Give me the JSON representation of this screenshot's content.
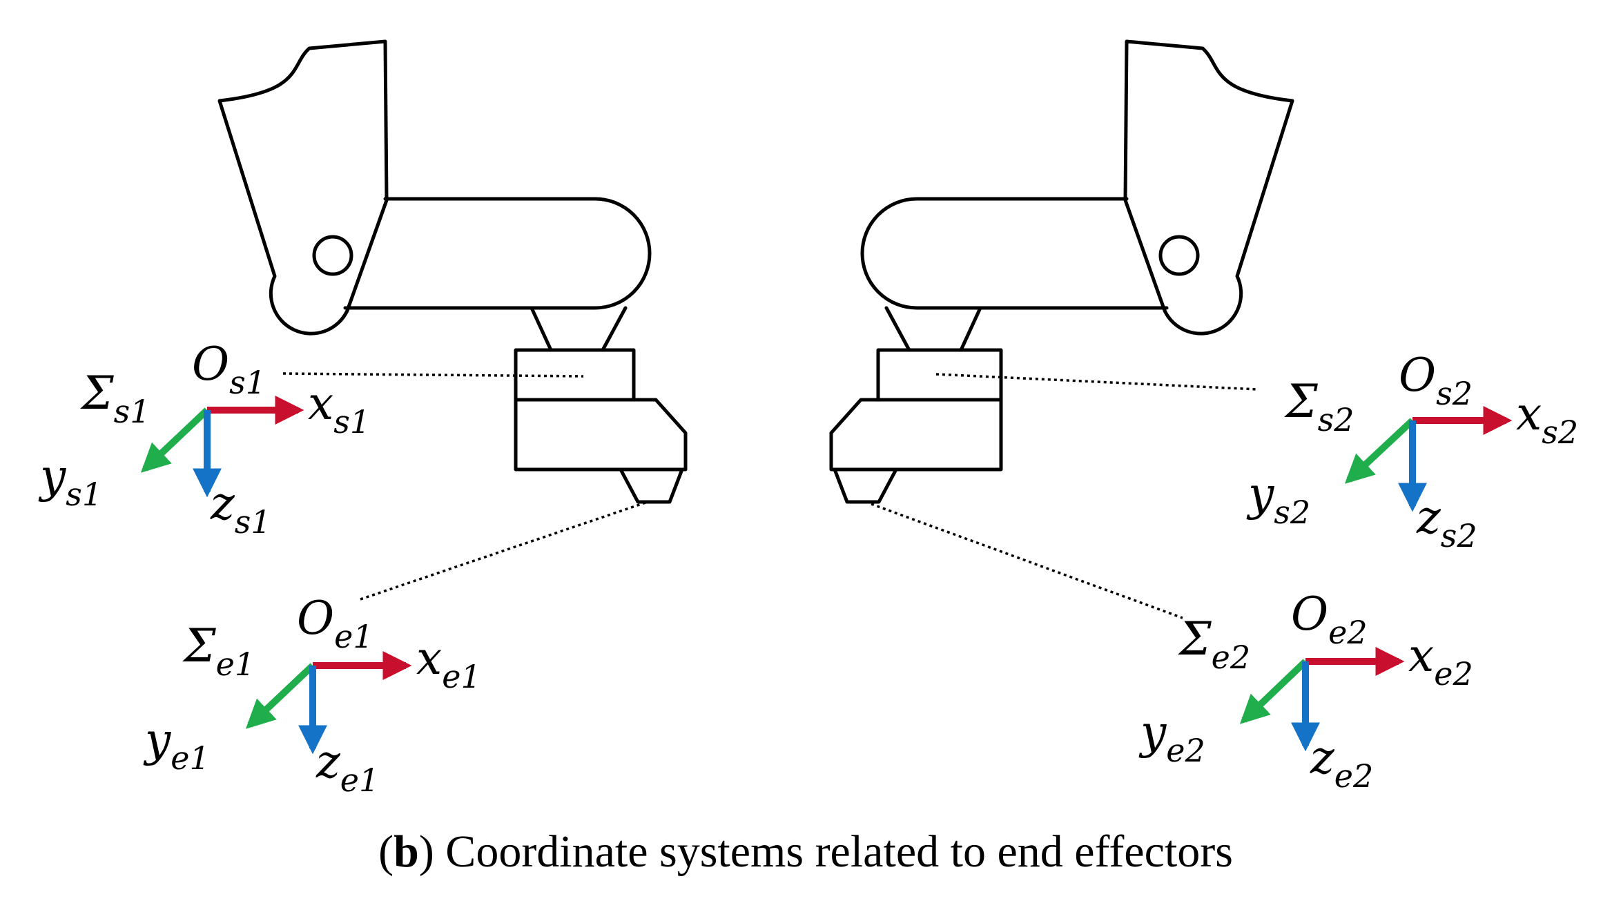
{
  "caption": {
    "label": "b",
    "text": ") Coordinate systems related to end effectors"
  },
  "colors": {
    "x_axis": "#c8102e",
    "y_axis": "#1fae4b",
    "z_axis": "#1473c7",
    "line": "#000000"
  },
  "frames": {
    "s1": {
      "sigma": "Σ",
      "sigma_sub": "s1",
      "origin": "O",
      "origin_sub": "s1",
      "x": "x",
      "x_sub": "s1",
      "y": "y",
      "y_sub": "s1",
      "z": "z",
      "z_sub": "s1"
    },
    "e1": {
      "sigma": "Σ",
      "sigma_sub": "e1",
      "origin": "O",
      "origin_sub": "e1",
      "x": "x",
      "x_sub": "e1",
      "y": "y",
      "y_sub": "e1",
      "z": "z",
      "z_sub": "e1"
    },
    "s2": {
      "sigma": "Σ",
      "sigma_sub": "s2",
      "origin": "O",
      "origin_sub": "s2",
      "x": "x",
      "x_sub": "s2",
      "y": "y",
      "y_sub": "s2",
      "z": "z",
      "z_sub": "s2"
    },
    "e2": {
      "sigma": "Σ",
      "sigma_sub": "e2",
      "origin": "O",
      "origin_sub": "e2",
      "x": "x",
      "x_sub": "e2",
      "y": "y",
      "y_sub": "e2",
      "z": "z",
      "z_sub": "e2"
    }
  }
}
